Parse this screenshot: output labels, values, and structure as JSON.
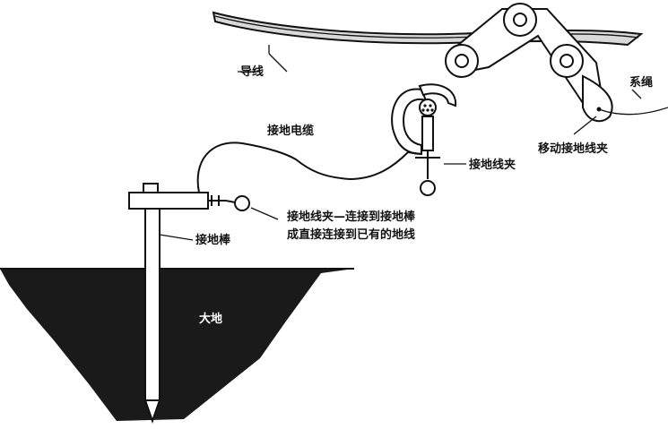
{
  "labels": {
    "conductor": "导线",
    "rope": "系绳",
    "moving_clamp": "移动接地线夹",
    "ground_cable": "接地电缆",
    "ground_clamp": "接地线夹",
    "clamp_note_line1": "接地线夹—连接到接地棒",
    "clamp_note_line2": "成直接连接到已有的地线",
    "ground_rod": "接地棒",
    "earth": "大地"
  }
}
